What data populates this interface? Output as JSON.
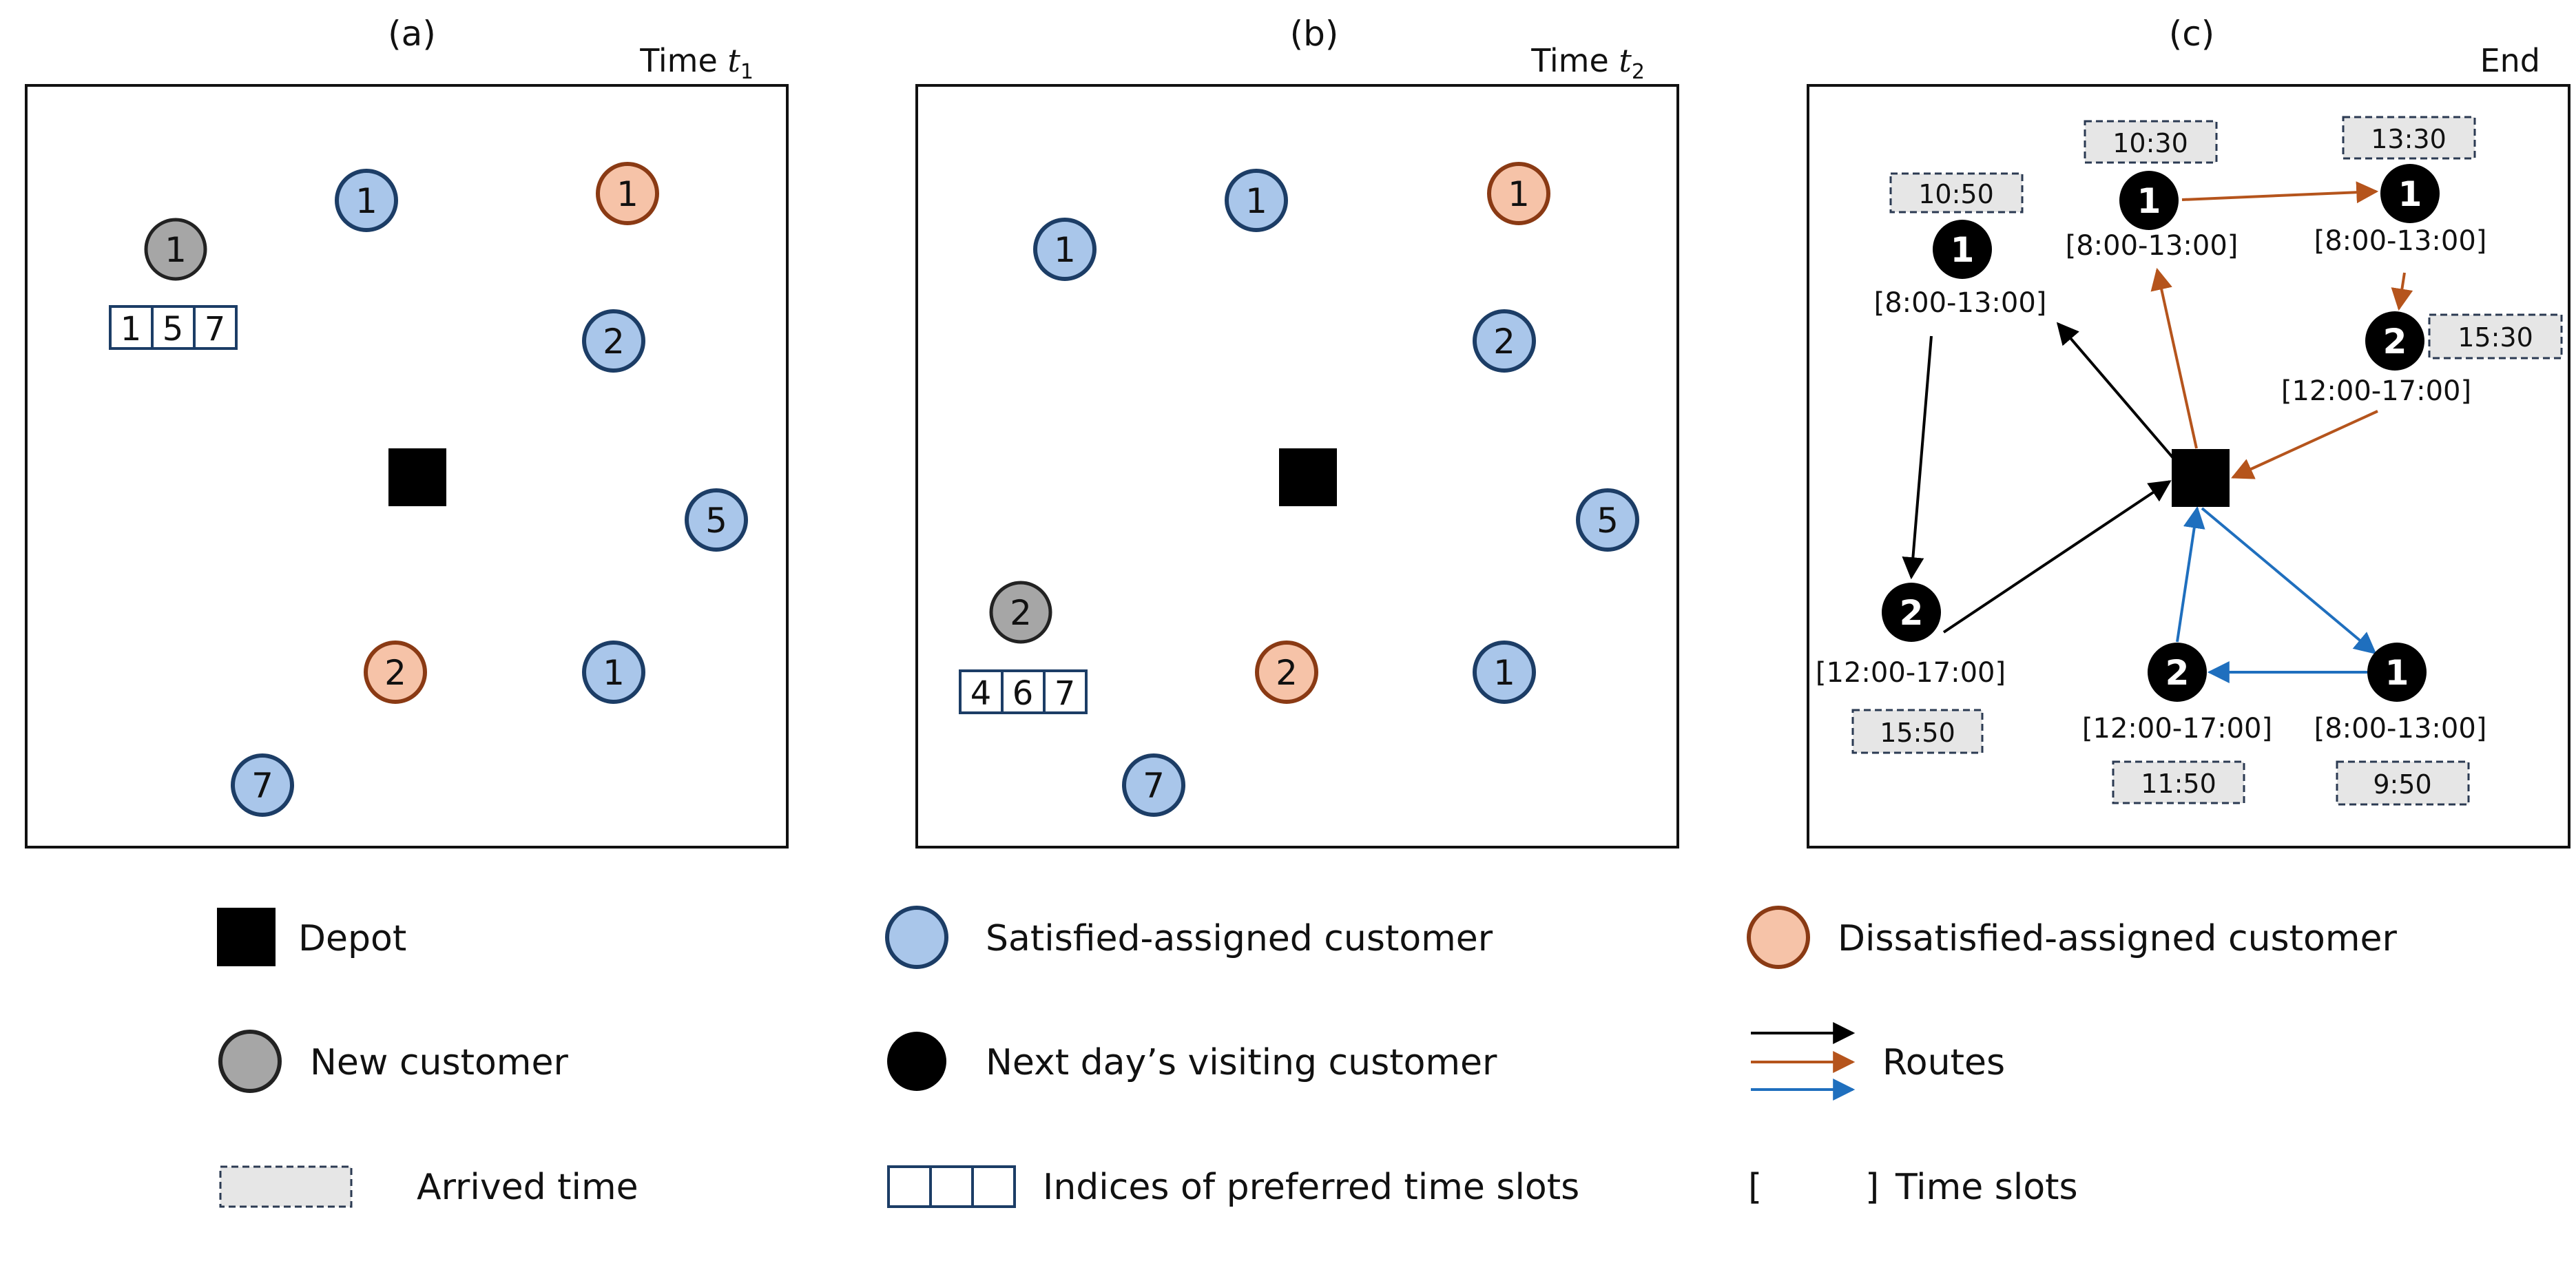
{
  "panels": [
    {
      "label": "(a)",
      "time_prefix": "Time ",
      "time_var": "t",
      "time_sub": "1",
      "new_customer": "1",
      "preferred_slots": [
        "1",
        "5",
        "7"
      ],
      "customers": [
        {
          "id": "1",
          "kind": "satisfied"
        },
        {
          "id": "1",
          "kind": "dissatisfied"
        },
        {
          "id": "2",
          "kind": "satisfied"
        },
        {
          "id": "5",
          "kind": "satisfied"
        },
        {
          "id": "2",
          "kind": "dissatisfied"
        },
        {
          "id": "1",
          "kind": "satisfied"
        },
        {
          "id": "7",
          "kind": "satisfied"
        }
      ]
    },
    {
      "label": "(b)",
      "time_prefix": "Time ",
      "time_var": "t",
      "time_sub": "2",
      "new_customer": "2",
      "preferred_slots": [
        "4",
        "6",
        "7"
      ],
      "customers": [
        {
          "id": "1",
          "kind": "satisfied"
        },
        {
          "id": "1",
          "kind": "satisfied"
        },
        {
          "id": "1",
          "kind": "dissatisfied"
        },
        {
          "id": "2",
          "kind": "satisfied"
        },
        {
          "id": "5",
          "kind": "satisfied"
        },
        {
          "id": "2",
          "kind": "dissatisfied"
        },
        {
          "id": "1",
          "kind": "satisfied"
        },
        {
          "id": "7",
          "kind": "satisfied"
        }
      ]
    },
    {
      "label": "(c)",
      "time_prefix": "End",
      "time_var": "",
      "time_sub": "",
      "visits": [
        {
          "id": "1",
          "slot": "[8:00-13:00]",
          "arrived": "10:50"
        },
        {
          "id": "2",
          "slot": "[12:00-17:00]",
          "arrived": "15:50"
        },
        {
          "id": "1",
          "slot": "[8:00-13:00]",
          "arrived": "10:30"
        },
        {
          "id": "1",
          "slot": "[8:00-13:00]",
          "arrived": "13:30"
        },
        {
          "id": "2",
          "slot": "[12:00-17:00]",
          "arrived": "15:30"
        },
        {
          "id": "2",
          "slot": "[12:00-17:00]",
          "arrived": "11:50"
        },
        {
          "id": "1",
          "slot": "[8:00-13:00]",
          "arrived": "9:50"
        }
      ]
    }
  ],
  "routes": [
    {
      "name": "black",
      "color": "#000000"
    },
    {
      "name": "orange",
      "color": "#b5541c"
    },
    {
      "name": "blue",
      "color": "#1f6fbe"
    }
  ],
  "colors": {
    "satisfied_fill": "#a9c6ea",
    "satisfied_stroke": "#1c3d66",
    "dissatisfied_fill": "#f6c3a8",
    "dissatisfied_stroke": "#8a3a14",
    "new_fill": "#a6a6a6",
    "new_stroke": "#222222",
    "arrived_fill": "#e6e6e6",
    "arrived_stroke": "#2b3a52"
  },
  "legend": {
    "depot": "Depot",
    "satisfied": "Satisfied-assigned customer",
    "dissatisfied": "Dissatisfied-assigned customer",
    "new_customer": "New customer",
    "next_day": "Next day’s visiting customer",
    "routes": "Routes",
    "arrived": "Arrived time",
    "preferred": "Indices of preferred time slots",
    "slot_open": "[",
    "slot_close": "]",
    "time_slots": "Time slots"
  }
}
